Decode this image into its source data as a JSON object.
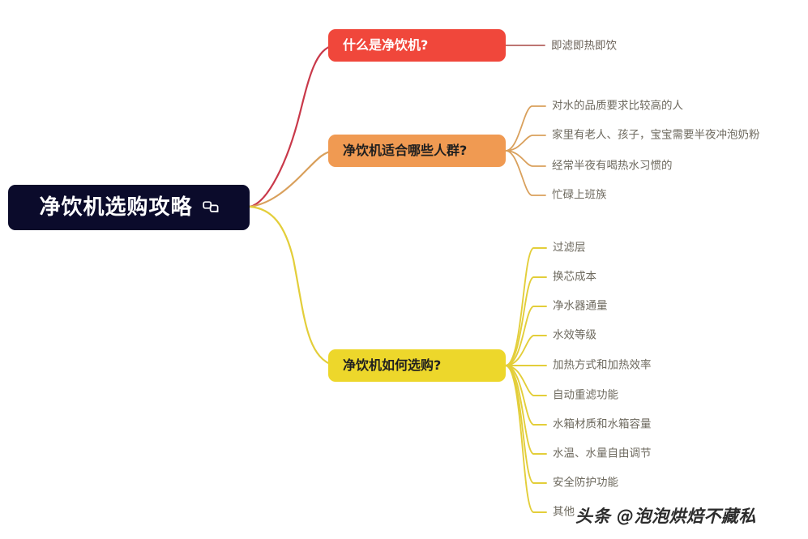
{
  "root": {
    "label": "净饮机选购攻略",
    "icon": "link-nodes-icon",
    "bg_color": "#0b0b2b",
    "text_color": "#ffffff"
  },
  "branches": [
    {
      "id": "what-is",
      "label": "什么是净饮机?",
      "color": "#F0473B",
      "edge_color": "#C9394A",
      "leaves": [
        {
          "label": "即滤即热即饮"
        }
      ]
    },
    {
      "id": "who-for",
      "label": "净饮机适合哪些人群?",
      "color": "#F09A52",
      "edge_color": "#D9A05C",
      "leaves": [
        {
          "label": "对水的品质要求比较高的人"
        },
        {
          "label": "家里有老人、孩子，宝宝需要半夜冲泡奶粉"
        },
        {
          "label": "经常半夜有喝热水习惯的"
        },
        {
          "label": "忙碌上班族"
        }
      ]
    },
    {
      "id": "how-to-choose",
      "label": "净饮机如何选购?",
      "color": "#EDD72B",
      "edge_color": "#E3CE3A",
      "leaves": [
        {
          "label": "过滤层"
        },
        {
          "label": "换芯成本"
        },
        {
          "label": "净水器通量"
        },
        {
          "label": "水效等级"
        },
        {
          "label": "加热方式和加热效率"
        },
        {
          "label": "自动重滤功能"
        },
        {
          "label": "水箱材质和水箱容量"
        },
        {
          "label": "水温、水量自由调节"
        },
        {
          "label": "安全防护功能"
        },
        {
          "label": "其他"
        }
      ]
    }
  ],
  "watermark": {
    "brand": "头条",
    "handle": "@泡泡烘焙不藏私"
  }
}
